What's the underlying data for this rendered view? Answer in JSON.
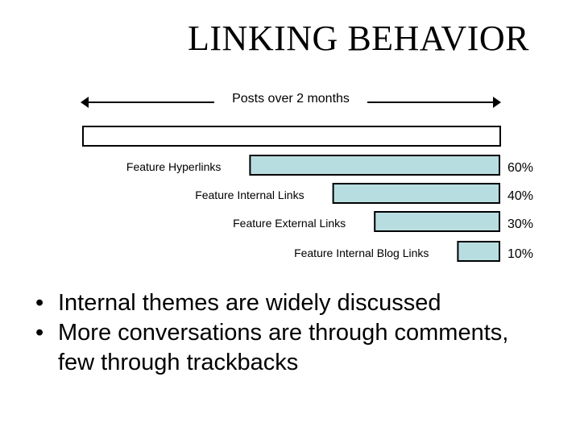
{
  "title": "LINKING BEHAVIOR",
  "range_label": "Posts over 2 months",
  "chart_data": {
    "type": "bar",
    "orientation": "horizontal",
    "categories": [
      "Feature Hyperlinks",
      "Feature Internal Links",
      "Feature External Links",
      "Feature Internal Blog Links"
    ],
    "values": [
      60,
      40,
      30,
      10
    ],
    "value_labels": [
      "60%",
      "40%",
      "30%",
      "10%"
    ],
    "xlim": [
      0,
      100
    ],
    "bar_color": "#b8dde0",
    "edge_color": "#000000"
  },
  "bullets": [
    "Internal themes are widely discussed",
    "More conversations are through comments, few through trackbacks"
  ]
}
